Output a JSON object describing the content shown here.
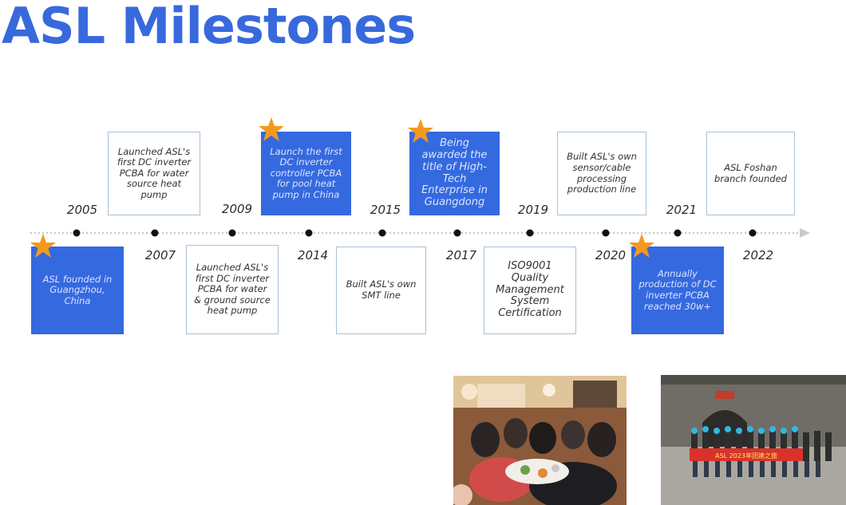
{
  "page": {
    "title": "ASL Milestones"
  },
  "colors": {
    "title": "#3869dc",
    "filled_box": "#3569df",
    "outline_border": "#a9c0d8",
    "star": "#f39a1e",
    "line": "#c8c8c8",
    "dot": "#111111"
  },
  "milestones": [
    {
      "year": "2005",
      "text": "ASL founded in Guangzhou, China",
      "style": "filled",
      "star": true
    },
    {
      "year": "2007",
      "text": "Launched ASL's first DC inverter PCBA for water source heat pump",
      "style": "outline",
      "star": false
    },
    {
      "year": "2009",
      "text": "Launched ASL's first DC inverter PCBA for water & ground source heat pump",
      "style": "outline",
      "star": false
    },
    {
      "year": "2014",
      "text": "Launch the first DC inverter controller PCBA for pool heat pump in China",
      "style": "filled",
      "star": true
    },
    {
      "year": "2015",
      "text": "Built ASL's own SMT line",
      "style": "outline",
      "star": false
    },
    {
      "year": "2017",
      "text": "Being awarded the title of High-Tech Enterprise in Guangdong",
      "style": "filled",
      "star": true
    },
    {
      "year": "2019",
      "text": "ISO9001 Quality Management System Certification",
      "style": "outline",
      "star": false
    },
    {
      "year": "2020",
      "text": "Built ASL's own sensor/cable processing production line",
      "style": "outline",
      "star": false
    },
    {
      "year": "2021",
      "text": "Annually production of DC inverter PCBA reached 30w+",
      "style": "filled",
      "star": true
    },
    {
      "year": "2022",
      "text": "ASL Foshan branch founded",
      "style": "outline",
      "star": false
    }
  ],
  "photos": [
    {
      "icon": "team-dinner-photo"
    },
    {
      "icon": "team-outing-photo",
      "banner_text": "ASL 2023年团建之旅"
    }
  ]
}
